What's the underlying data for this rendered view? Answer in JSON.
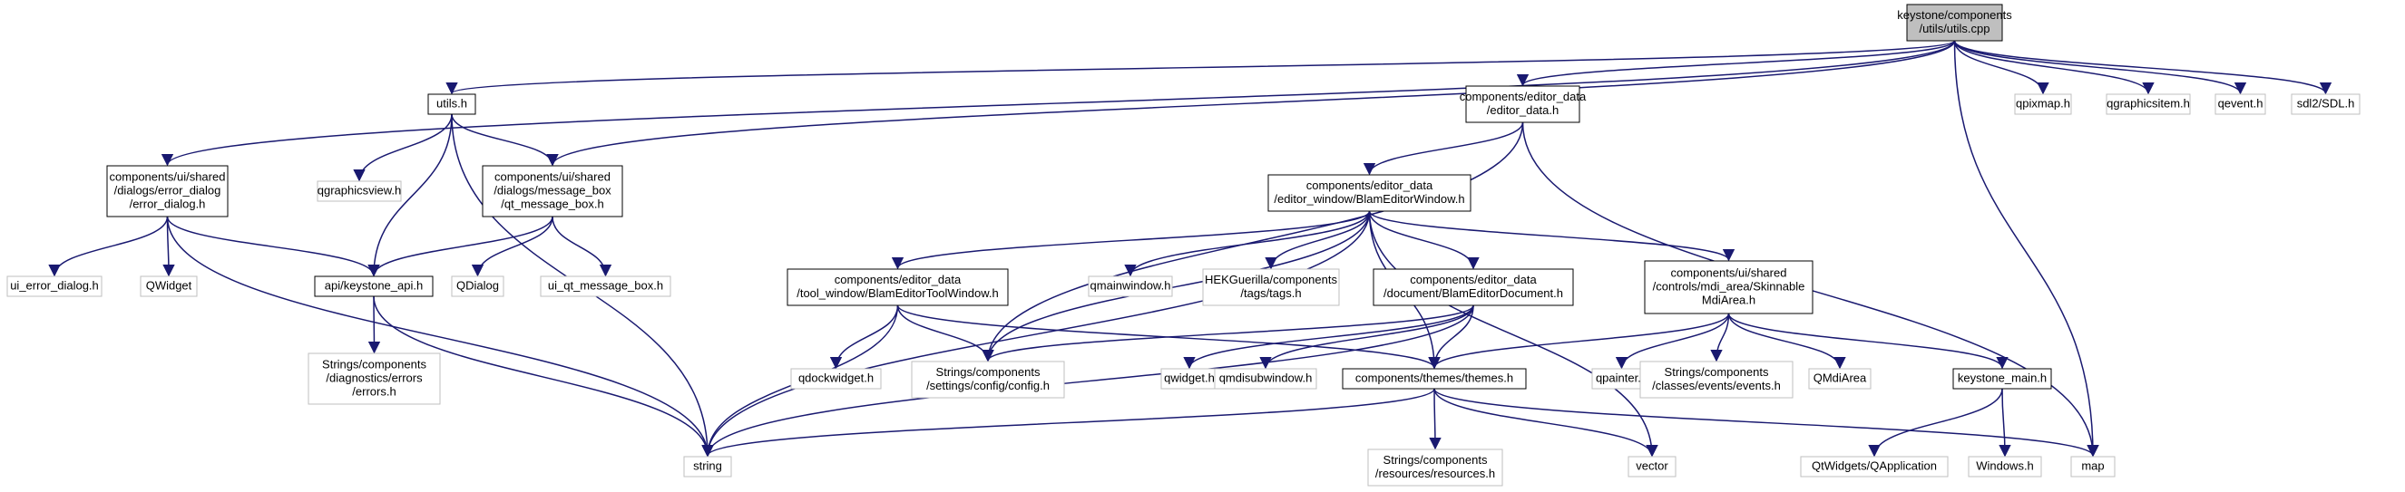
{
  "colors": {
    "edge": "#191970",
    "root_fill": "#bfbfbf",
    "documented_border": "#000000",
    "external_border": "#bfbfbf",
    "text": "#000000"
  },
  "nodes": [
    {
      "id": "root",
      "lines": [
        "keystone/components",
        "/utils/utils.cpp"
      ],
      "kind": "root"
    },
    {
      "id": "utils_h",
      "lines": [
        "utils.h"
      ],
      "kind": "documented"
    },
    {
      "id": "editor_data_h",
      "lines": [
        "components/editor_data",
        "/editor_data.h"
      ],
      "kind": "documented"
    },
    {
      "id": "qpixmap",
      "lines": [
        "qpixmap.h"
      ],
      "kind": "external"
    },
    {
      "id": "qgraphicsitem",
      "lines": [
        "qgraphicsitem.h"
      ],
      "kind": "external"
    },
    {
      "id": "qevent",
      "lines": [
        "qevent.h"
      ],
      "kind": "external"
    },
    {
      "id": "sdl",
      "lines": [
        "sdl2/SDL.h"
      ],
      "kind": "external"
    },
    {
      "id": "error_dialog",
      "lines": [
        "components/ui/shared",
        "/dialogs/error_dialog",
        "/error_dialog.h"
      ],
      "kind": "documented"
    },
    {
      "id": "qgraphicsview",
      "lines": [
        "qgraphicsview.h"
      ],
      "kind": "external"
    },
    {
      "id": "qt_message_box",
      "lines": [
        "components/ui/shared",
        "/dialogs/message_box",
        "/qt_message_box.h"
      ],
      "kind": "documented"
    },
    {
      "id": "blam_editor_window",
      "lines": [
        "components/editor_data",
        "/editor_window/BlamEditorWindow.h"
      ],
      "kind": "documented"
    },
    {
      "id": "ui_error_dialog",
      "lines": [
        "ui_error_dialog.h"
      ],
      "kind": "external"
    },
    {
      "id": "qwidget_cap",
      "lines": [
        "QWidget"
      ],
      "kind": "external"
    },
    {
      "id": "keystone_api",
      "lines": [
        "api/keystone_api.h"
      ],
      "kind": "documented"
    },
    {
      "id": "qdialog",
      "lines": [
        "QDialog"
      ],
      "kind": "external"
    },
    {
      "id": "ui_qt_message_box",
      "lines": [
        "ui_qt_message_box.h"
      ],
      "kind": "external"
    },
    {
      "id": "tool_window",
      "lines": [
        "components/editor_data",
        "/tool_window/BlamEditorToolWindow.h"
      ],
      "kind": "documented"
    },
    {
      "id": "qmainwindow",
      "lines": [
        "qmainwindow.h"
      ],
      "kind": "external"
    },
    {
      "id": "hek_tags",
      "lines": [
        "HEKGuerilla/components",
        "/tags/tags.h"
      ],
      "kind": "external"
    },
    {
      "id": "blam_editor_document",
      "lines": [
        "components/editor_data",
        "/document/BlamEditorDocument.h"
      ],
      "kind": "documented"
    },
    {
      "id": "skinnable_mdi",
      "lines": [
        "components/ui/shared",
        "/controls/mdi_area/Skinnable",
        "MdiArea.h"
      ],
      "kind": "documented"
    },
    {
      "id": "strings_errors",
      "lines": [
        "Strings/components",
        "/diagnostics/errors",
        "/errors.h"
      ],
      "kind": "external"
    },
    {
      "id": "qdockwidget",
      "lines": [
        "qdockwidget.h"
      ],
      "kind": "external"
    },
    {
      "id": "config_h",
      "lines": [
        "Strings/components",
        "/settings/config/config.h"
      ],
      "kind": "external"
    },
    {
      "id": "qwidget_h",
      "lines": [
        "qwidget.h"
      ],
      "kind": "external"
    },
    {
      "id": "qmdisubwindow",
      "lines": [
        "qmdisubwindow.h"
      ],
      "kind": "external"
    },
    {
      "id": "themes_h",
      "lines": [
        "components/themes/themes.h"
      ],
      "kind": "documented"
    },
    {
      "id": "qpainter",
      "lines": [
        "qpainter.h"
      ],
      "kind": "external"
    },
    {
      "id": "events_h",
      "lines": [
        "Strings/components",
        "/classes/events/events.h"
      ],
      "kind": "external"
    },
    {
      "id": "qmdiarea",
      "lines": [
        "QMdiArea"
      ],
      "kind": "external"
    },
    {
      "id": "keystone_main",
      "lines": [
        "keystone_main.h"
      ],
      "kind": "documented"
    },
    {
      "id": "string",
      "lines": [
        "string"
      ],
      "kind": "external"
    },
    {
      "id": "resources_h",
      "lines": [
        "Strings/components",
        "/resources/resources.h"
      ],
      "kind": "external"
    },
    {
      "id": "vector",
      "lines": [
        "vector"
      ],
      "kind": "external"
    },
    {
      "id": "qapplication",
      "lines": [
        "QtWidgets/QApplication"
      ],
      "kind": "external"
    },
    {
      "id": "windows_h",
      "lines": [
        "Windows.h"
      ],
      "kind": "external"
    },
    {
      "id": "map",
      "lines": [
        "map"
      ],
      "kind": "external"
    }
  ],
  "edges": [
    [
      "root",
      "utils_h"
    ],
    [
      "root",
      "editor_data_h"
    ],
    [
      "root",
      "qpixmap"
    ],
    [
      "root",
      "qgraphicsitem"
    ],
    [
      "root",
      "qevent"
    ],
    [
      "root",
      "sdl"
    ],
    [
      "root",
      "error_dialog"
    ],
    [
      "root",
      "qt_message_box"
    ],
    [
      "root",
      "map"
    ],
    [
      "utils_h",
      "qgraphicsview"
    ],
    [
      "utils_h",
      "qt_message_box"
    ],
    [
      "utils_h",
      "keystone_api"
    ],
    [
      "utils_h",
      "string"
    ],
    [
      "editor_data_h",
      "blam_editor_window"
    ],
    [
      "editor_data_h",
      "config_h"
    ],
    [
      "editor_data_h",
      "map"
    ],
    [
      "error_dialog",
      "ui_error_dialog"
    ],
    [
      "error_dialog",
      "qwidget_cap"
    ],
    [
      "error_dialog",
      "keystone_api"
    ],
    [
      "error_dialog",
      "string"
    ],
    [
      "qt_message_box",
      "keystone_api"
    ],
    [
      "qt_message_box",
      "qdialog"
    ],
    [
      "qt_message_box",
      "ui_qt_message_box"
    ],
    [
      "keystone_api",
      "strings_errors"
    ],
    [
      "keystone_api",
      "string"
    ],
    [
      "blam_editor_window",
      "tool_window"
    ],
    [
      "blam_editor_window",
      "qmainwindow"
    ],
    [
      "blam_editor_window",
      "hek_tags"
    ],
    [
      "blam_editor_window",
      "blam_editor_document"
    ],
    [
      "blam_editor_window",
      "skinnable_mdi"
    ],
    [
      "blam_editor_window",
      "config_h"
    ],
    [
      "blam_editor_window",
      "string"
    ],
    [
      "blam_editor_window",
      "themes_h"
    ],
    [
      "blam_editor_window",
      "vector"
    ],
    [
      "tool_window",
      "qdockwidget"
    ],
    [
      "tool_window",
      "config_h"
    ],
    [
      "tool_window",
      "string"
    ],
    [
      "tool_window",
      "themes_h"
    ],
    [
      "blam_editor_document",
      "config_h"
    ],
    [
      "blam_editor_document",
      "qwidget_h"
    ],
    [
      "blam_editor_document",
      "qmdisubwindow"
    ],
    [
      "blam_editor_document",
      "themes_h"
    ],
    [
      "blam_editor_document",
      "string"
    ],
    [
      "skinnable_mdi",
      "themes_h"
    ],
    [
      "skinnable_mdi",
      "qpainter"
    ],
    [
      "skinnable_mdi",
      "events_h"
    ],
    [
      "skinnable_mdi",
      "qmdiarea"
    ],
    [
      "skinnable_mdi",
      "keystone_main"
    ],
    [
      "themes_h",
      "string"
    ],
    [
      "themes_h",
      "resources_h"
    ],
    [
      "themes_h",
      "vector"
    ],
    [
      "themes_h",
      "map"
    ],
    [
      "keystone_main",
      "qapplication"
    ],
    [
      "keystone_main",
      "windows_h"
    ]
  ]
}
